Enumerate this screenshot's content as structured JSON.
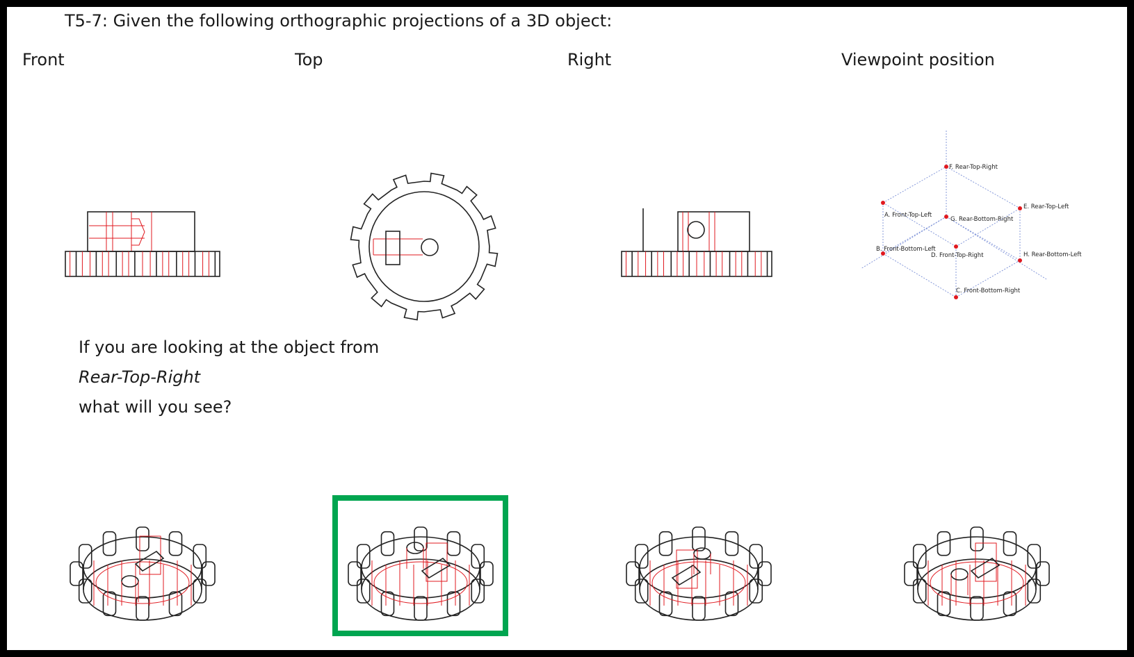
{
  "question": {
    "title": "T5-7: Given the following orthographic projections of a 3D object:",
    "prompt_line1": "If you are looking at the object from",
    "viewpoint": "Rear-Top-Right",
    "prompt_line3": "what will you see?"
  },
  "views": [
    "Front",
    "Top",
    "Right",
    "Viewpoint position"
  ],
  "viewpoint_diagram": {
    "points": [
      {
        "id": "F",
        "label": "F. Rear-Top-Right"
      },
      {
        "id": "A",
        "label": "A. Front-Top-Left"
      },
      {
        "id": "E",
        "label": "E. Rear-Top-Left"
      },
      {
        "id": "G",
        "label": "G. Rear-Bottom-Right"
      },
      {
        "id": "B",
        "label": "B. Front-Bottom-Left"
      },
      {
        "id": "D",
        "label": "D. Front-Top-Right"
      },
      {
        "id": "H",
        "label": "H. Rear-Bottom-Left"
      },
      {
        "id": "C",
        "label": "C. Front-Bottom-Right"
      }
    ],
    "point_color": "#e0191f",
    "axis_color": "#7a8fd6"
  },
  "options": {
    "count": 4,
    "selected_index": 1,
    "highlight_color": "#00a550"
  },
  "colors": {
    "visible_edges": "#222222",
    "hidden_edges": "#e0191f"
  }
}
